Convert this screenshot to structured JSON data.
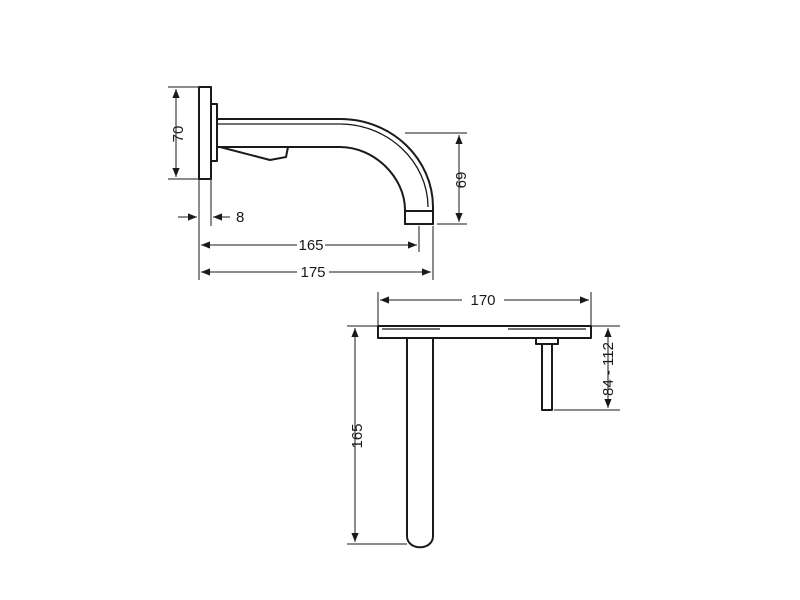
{
  "side_view": {
    "dims": {
      "flange_height": "70",
      "outlet_drop": "69",
      "flange_depth": "8",
      "spout_length": "165",
      "total_length": "175"
    }
  },
  "top_view": {
    "dims": {
      "plate_width": "170",
      "spout_depth": "165",
      "handle_range": "84 - 112"
    }
  }
}
